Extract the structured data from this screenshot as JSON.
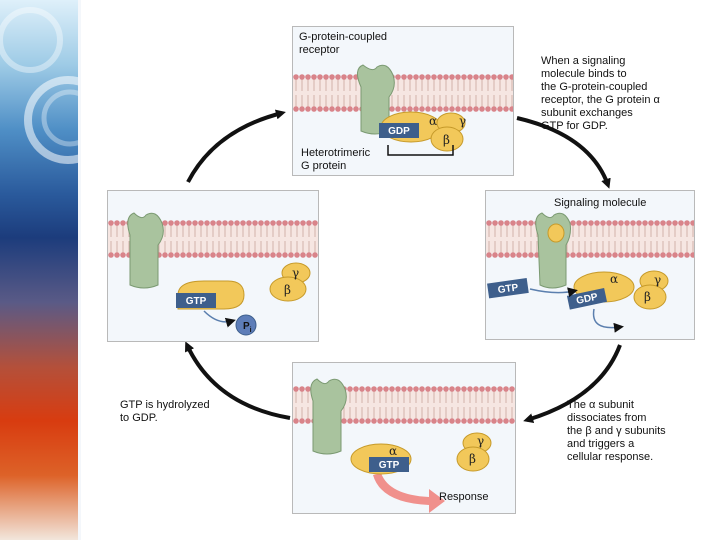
{
  "panels": {
    "top": {
      "title": "G-protein-coupled\nreceptor",
      "subunit_alpha": "α",
      "subunit_beta": "β",
      "subunit_gamma": "γ",
      "nucleotide": "GDP",
      "complex_label": "Heterotrimeric\nG protein"
    },
    "right": {
      "title": "Signaling molecule",
      "subunit_alpha": "α",
      "subunit_beta": "β",
      "subunit_gamma": "γ",
      "nucleotide_in": "GTP",
      "nucleotide_out": "GDP"
    },
    "bottom": {
      "subunit_alpha": "α",
      "subunit_beta": "β",
      "subunit_gamma": "γ",
      "nucleotide": "GTP",
      "output": "Response"
    },
    "left": {
      "subunit_beta": "β",
      "subunit_gamma": "γ",
      "nucleotide": "GTP",
      "phosphate": "P",
      "phosphate_sub": "i"
    }
  },
  "captions": {
    "step1": "When a signaling\nmolecule binds to\nthe G-protein-coupled\nreceptor, the G protein α\nsubunit exchanges\nGTP for GDP.",
    "step2": "The α subunit\ndissociates from\nthe β and γ subunits\nand triggers a\ncellular response.",
    "step3": "GTP is hydrolyzed\nto GDP."
  },
  "colors": {
    "membrane_head": "#d9848a",
    "receptor": "#a9c39e",
    "subunit": "#f2c85a",
    "nucleotide_box": "#3e5f8c",
    "phosphate": "#5d7db8",
    "arrow": "#111111",
    "response_arrow": "#f0908c"
  }
}
